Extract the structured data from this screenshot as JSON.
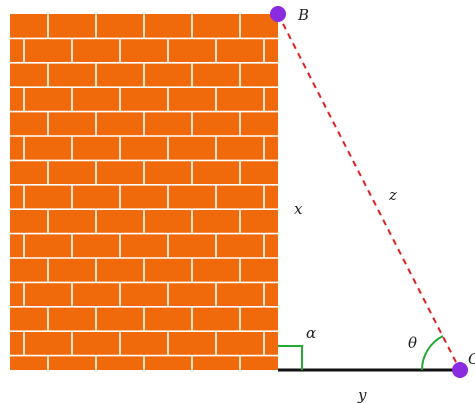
{
  "labels": {
    "point_top": "B",
    "point_right": "C",
    "side_wall": "x",
    "side_hyp": "z",
    "side_ground": "y",
    "angle_right": "α",
    "angle_ground": "θ"
  },
  "colors": {
    "brick": "#f0690a",
    "mortar": "#ffffff",
    "ladder": "#e02020",
    "ground": "#111111",
    "point": "#8a2be2",
    "angle_marker": "#22aa33"
  }
}
